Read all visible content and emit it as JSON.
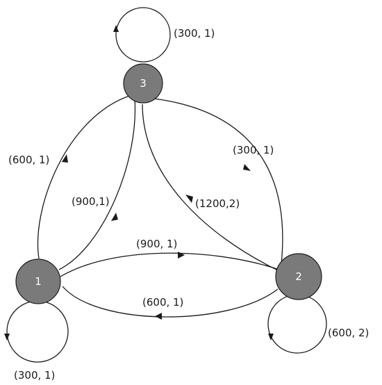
{
  "nodes": [
    {
      "id": "1",
      "label": "1"
    },
    {
      "id": "2",
      "label": "2"
    },
    {
      "id": "3",
      "label": "3"
    }
  ],
  "edges": [
    {
      "from": "3",
      "to": "3",
      "label": "(300, 1)"
    },
    {
      "from": "1",
      "to": "3",
      "label": "(600, 1)"
    },
    {
      "from": "3",
      "to": "1",
      "label": "(900,1)"
    },
    {
      "from": "3",
      "to": "2",
      "label": "(300, 1)"
    },
    {
      "from": "2",
      "to": "3",
      "label": "(1200,2)"
    },
    {
      "from": "1",
      "to": "2",
      "label": "(900, 1)"
    },
    {
      "from": "2",
      "to": "1",
      "label": "(600, 1)"
    },
    {
      "from": "1",
      "to": "1",
      "label": "(300, 1)"
    },
    {
      "from": "2",
      "to": "2",
      "label": "(600, 2)"
    }
  ]
}
